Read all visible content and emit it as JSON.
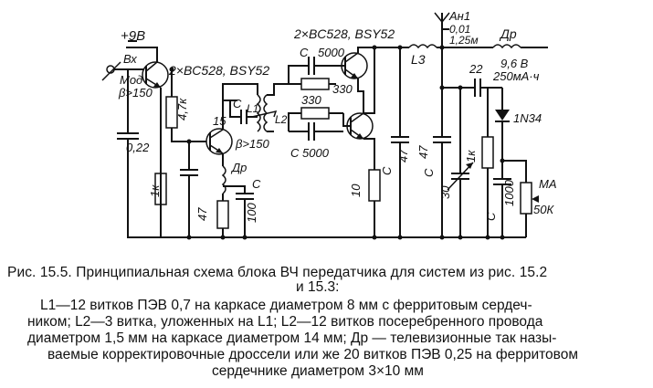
{
  "schematic": {
    "labels": {
      "supply": "+9В",
      "input1": "Вх",
      "input2": "Мод",
      "beta1": "β>150",
      "beta2": "β>150",
      "trans_q1": "2×BC528, BSY52",
      "trans_q2": "2×BC528, BSY52",
      "c_in": "0,22",
      "r_1k_left": "1к",
      "r_4k7": "4,7к",
      "c_coil": "С",
      "l1": "L1",
      "l2": "L2",
      "num15": "15",
      "dr_mid": "Др",
      "c_mid": "С",
      "c_100": "100",
      "r_47": "47",
      "c_top5000_name": "С",
      "c_top5000_val": "5000",
      "r_330a": "330",
      "r_330b": "330",
      "c_bot5000": "С 5000",
      "r_10": "10",
      "c47a_name": "С",
      "c47a_val": "47",
      "l3": "L3",
      "antenna_name": "Ан1",
      "antenna_c": "0,01",
      "antenna_len": "1,25м",
      "dr_right": "Др",
      "batt_v": "9,6 В",
      "batt_cap": "250мА·ч",
      "c22": "22",
      "c47b_name": "С",
      "c47b_val": "47",
      "c30": "30",
      "r_1k_right": "1к",
      "diode": "1N34",
      "c1000_name": "С",
      "c1000_val": "1000",
      "meter": "МА",
      "pot": "50К"
    }
  },
  "caption": {
    "title_line1": "Рис. 15.5. Принципиальная схема блока ВЧ передатчика для систем из рис. 15.2",
    "title_line2": "и   15.3:",
    "body_line1": "L1—12 витков ПЭВ 0,7 на каркасе диаметром 8 мм с ферритовым сердеч-",
    "body_line2": "ником; L2—3 витка, уложенных на L1; L2—12 витков посеребренного провода",
    "body_line3": "диаметром 1,5 мм на каркасе диаметром 14 мм; Др — телевизионные так назы-",
    "body_line4": "ваемые корректировочные дроссели или же 20 витков ПЭВ 0,25 на ферритовом",
    "body_line5": "сердечнике диаметром 3×10 мм"
  }
}
